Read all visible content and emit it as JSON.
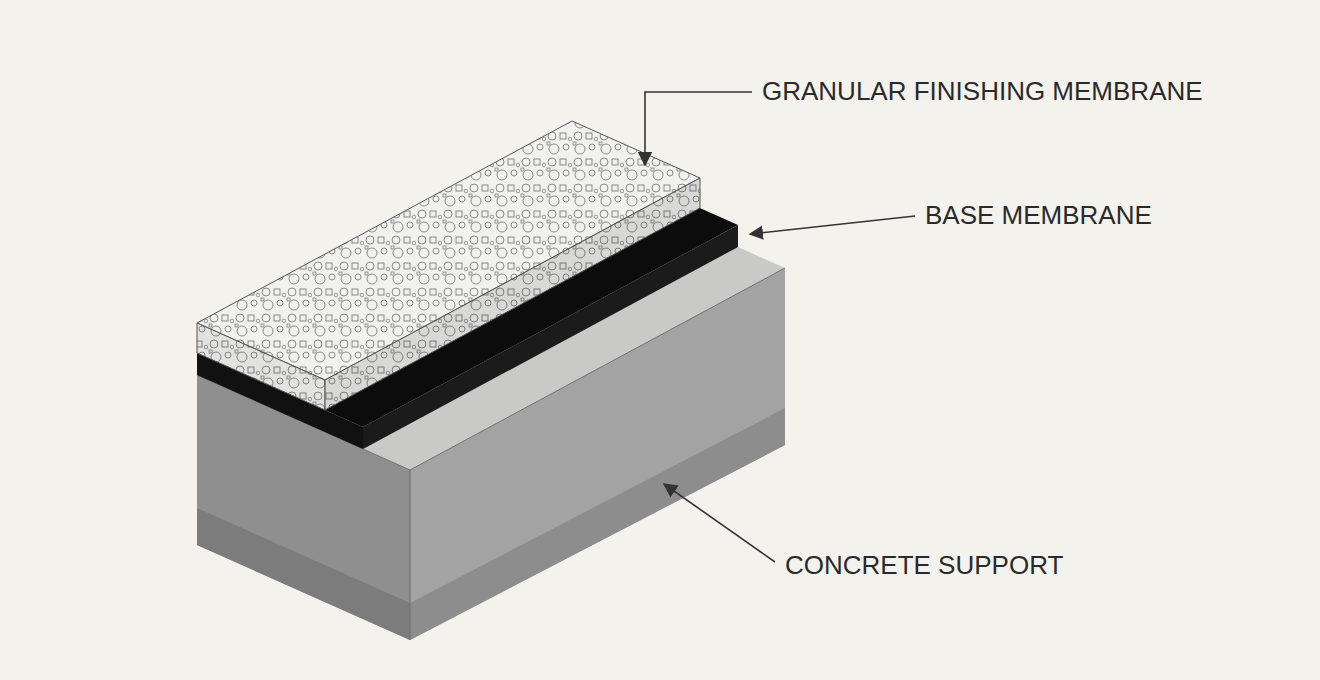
{
  "diagram": {
    "labels": [
      "GRANULAR FINISHING MEMBRANE",
      "BASE MEMBRANE",
      "CONCRETE SUPPORT"
    ]
  }
}
